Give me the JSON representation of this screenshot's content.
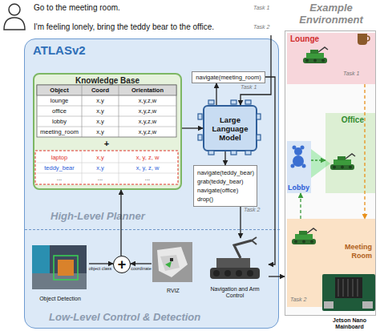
{
  "diagram": {
    "nodes": [
      {
        "text": [
          "Go to the meeting room.",
          "I'm feeling lonely, bring the teddy bear to the office."
        ]
      },
      {
        "text": [
          "ATLASv2"
        ]
      },
      {
        "text": [
          "High-Level Planner"
        ],
        "in": 1
      },
      {
        "text": [
          "Knowledge Base"
        ],
        "in": 2
      },
      {
        "text": [
          "Large Language Model"
        ],
        "in": 2
      },
      {
        "text": [
          "navigate(meeting_room)"
        ],
        "in": 2
      },
      {
        "text": [
          "navigate(teddy_bear)",
          "grab(teddy_bear)",
          "navigate(office)",
          "drop()"
        ],
        "in": 2
      },
      {
        "text": [
          "Low-Level Control & Detection"
        ],
        "in": 1
      },
      {
        "text": [
          "Object Detection"
        ],
        "in": 7
      },
      {
        "text": [
          "+"
        ],
        "in": 7
      },
      {
        "text": [
          "RVIZ"
        ],
        "in": 7
      },
      {
        "text": [
          "Navigation and Arm Control"
        ],
        "in": 7
      },
      {
        "text": [
          "Example Environment"
        ]
      },
      {
        "text": [
          "Lounge"
        ],
        "in": 12
      },
      {
        "text": [
          "Office"
        ],
        "in": 12
      },
      {
        "text": [
          "Lobby"
        ],
        "in": 12
      },
      {
        "text": [
          "Meeting Room"
        ],
        "in": 12
      },
      {
        "text": [
          "Jetson Nano Mainboard"
        ]
      }
    ],
    "edges": [
      {
        "from": 0,
        "to": 4,
        "arrow": "to"
      },
      {
        "from": 3,
        "to": 4,
        "arrow": "to"
      },
      {
        "from": 4,
        "to": 5,
        "arrow": "to"
      },
      {
        "from": 4,
        "to": 6,
        "arrow": "to"
      },
      {
        "from": 5,
        "to": 11,
        "arrow": "to"
      },
      {
        "from": 6,
        "to": 11,
        "arrow": "to"
      },
      {
        "from": 8,
        "to": 9,
        "label": "object class",
        "arrow": "to"
      },
      {
        "from": 10,
        "to": 9,
        "label": "coordinate",
        "arrow": "to"
      },
      {
        "from": 9,
        "to": 3,
        "arrow": "to"
      },
      {
        "from": 11,
        "to": 12,
        "arrow": "to"
      },
      {
        "from": 13,
        "to": 16,
        "arrow": "to"
      },
      {
        "from": 16,
        "to": 15,
        "arrow": "to"
      },
      {
        "from": 15,
        "to": 14,
        "arrow": "to"
      }
    ],
    "labels": [
      "Task 1",
      "Task 2",
      "Task 1",
      "Task 2",
      "Object",
      "Coord",
      "Orientation",
      "lounge",
      "x,y",
      "x,y,z,w",
      "office",
      "x,y",
      "x,y,z,w",
      "lobby",
      "x,y",
      "x,y,z,w",
      "meeting_room",
      "x,y",
      "x,y,z,w",
      "+",
      "laptop",
      "x,y",
      "x, y, z, w",
      "teddy_bear",
      "x,y",
      "x, y, z, w",
      "...",
      "...",
      "...",
      "Task 1",
      "Task 2"
    ]
  }
}
